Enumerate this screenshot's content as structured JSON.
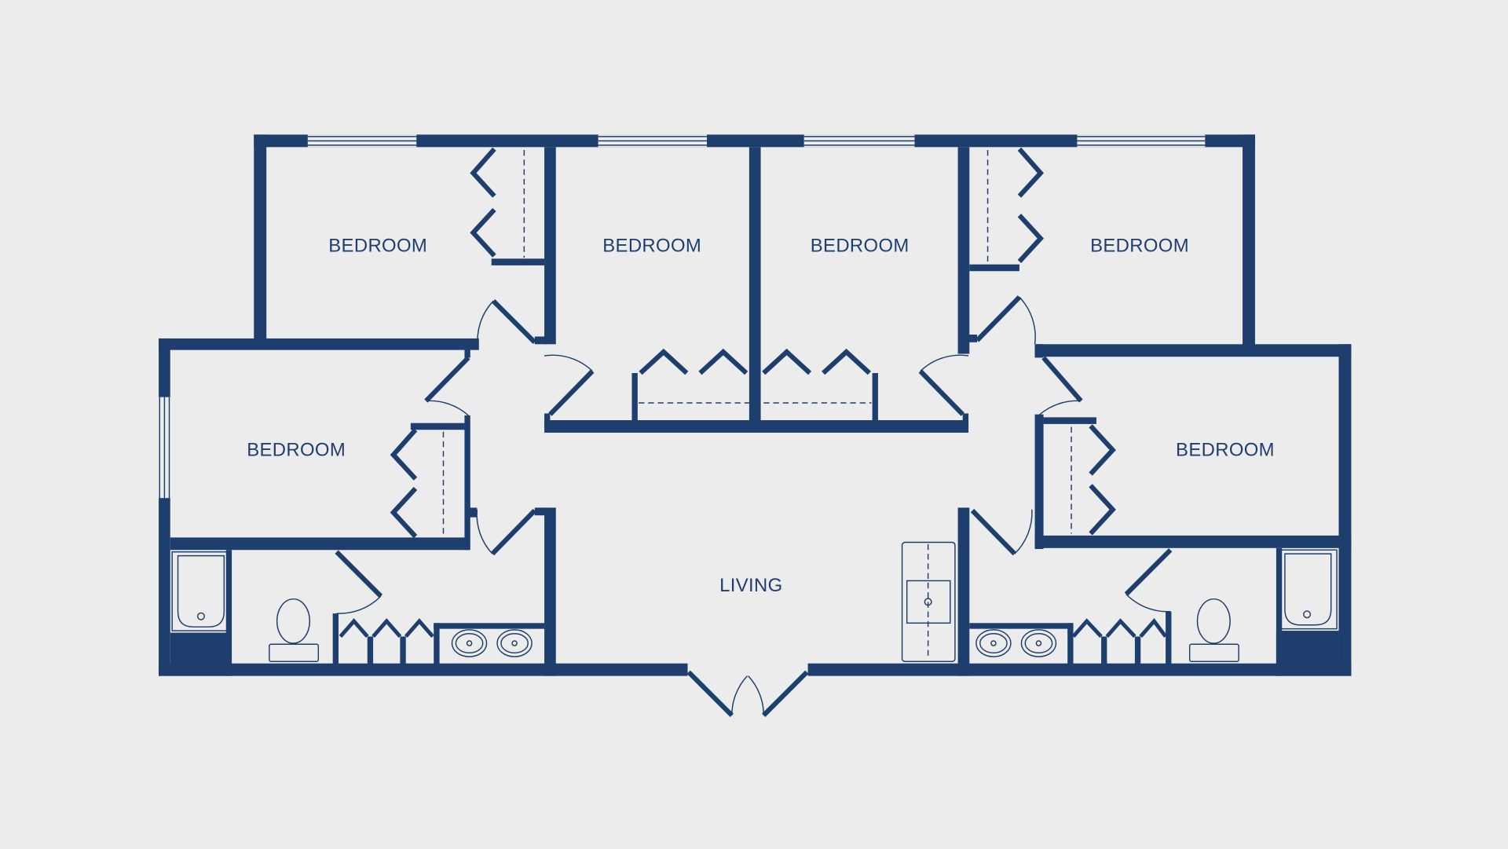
{
  "colors": {
    "background": "#ececec",
    "wall": "#1e3f6e"
  },
  "rooms": [
    {
      "id": "bedroom-1",
      "label": "BEDROOM"
    },
    {
      "id": "bedroom-2",
      "label": "BEDROOM"
    },
    {
      "id": "bedroom-3",
      "label": "BEDROOM"
    },
    {
      "id": "bedroom-4",
      "label": "BEDROOM"
    },
    {
      "id": "bedroom-5",
      "label": "BEDROOM"
    },
    {
      "id": "bedroom-6",
      "label": "BEDROOM"
    },
    {
      "id": "living",
      "label": "LIVING"
    }
  ]
}
